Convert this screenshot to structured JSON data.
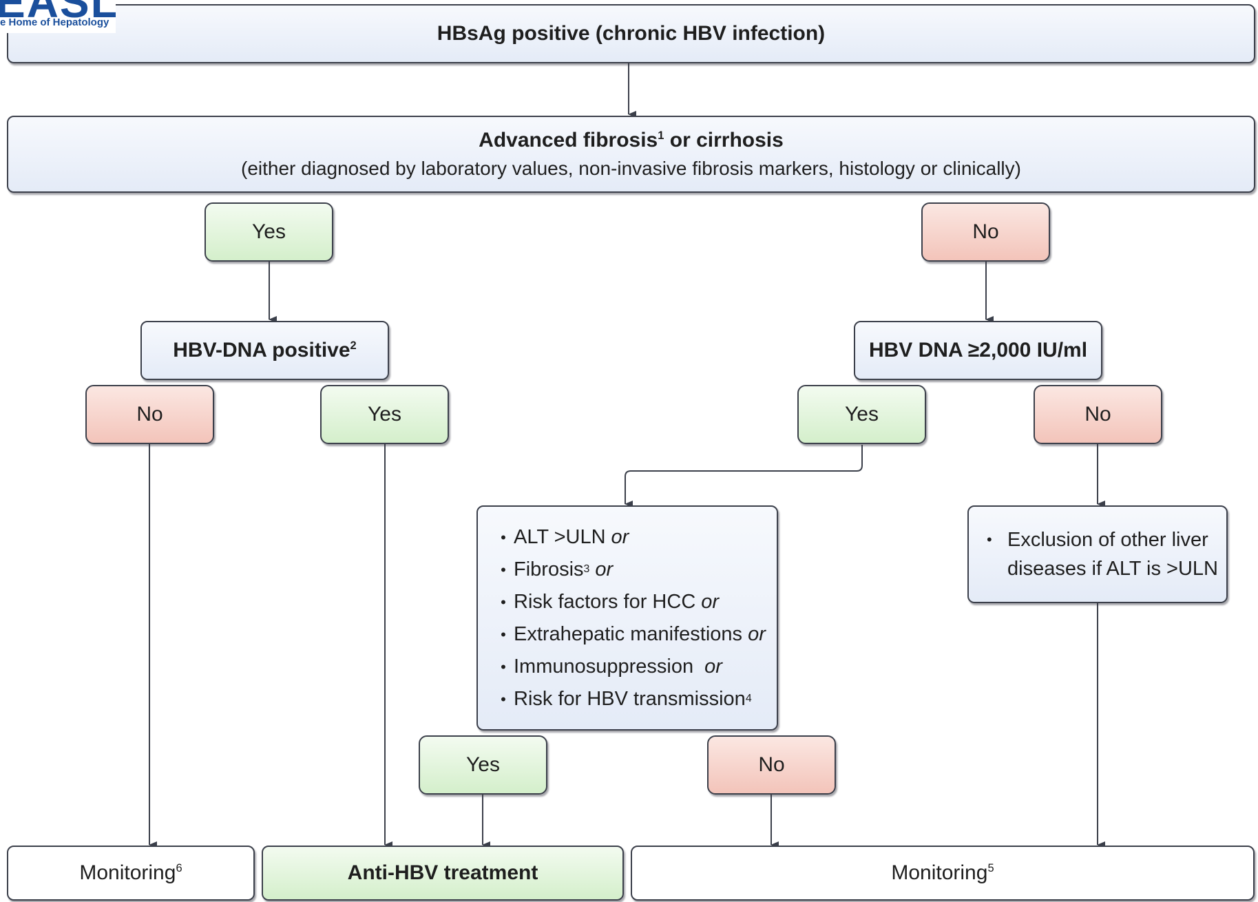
{
  "logo": {
    "mark_text": "EASL",
    "tagline": "e Home of Hepatology"
  },
  "nodes": {
    "hbsag": {
      "title": "HBsAg positive (chronic HBV infection)"
    },
    "fibrosis": {
      "title": "Advanced fibrosis",
      "title_sup": "1",
      "title_suffix": " or cirrhosis",
      "subtitle": "(either diagnosed by laboratory values, non-invasive fibrosis markers, histology or clinically)"
    },
    "yes_left": {
      "label": "Yes"
    },
    "no_right": {
      "label": "No"
    },
    "hbv_dna_pos": {
      "title": "HBV-DNA positive",
      "sup": "2"
    },
    "hbv_dna_2000": {
      "title": "HBV DNA ≥2,000 IU/ml"
    },
    "dna_no": {
      "label": "No"
    },
    "dna_yes": {
      "label": "Yes"
    },
    "dna2000_yes": {
      "label": "Yes"
    },
    "dna2000_no": {
      "label": "No"
    },
    "criteria": {
      "items": [
        {
          "text": "ALT >ULN",
          "sup": "",
          "connector": "or"
        },
        {
          "text": "Fibrosis",
          "sup": "3",
          "connector": "or"
        },
        {
          "text": "Risk factors for HCC",
          "sup": "",
          "connector": "or"
        },
        {
          "text": "Extrahepatic manifestions",
          "sup": "",
          "connector": "or"
        },
        {
          "text": "Immunosuppression",
          "sup": "",
          "connector": "or"
        },
        {
          "text": "Risk for HBV transmission",
          "sup": "4",
          "connector": ""
        }
      ]
    },
    "exclusion": {
      "line1": "Exclusion of other liver",
      "line2": "diseases if ALT is >ULN"
    },
    "criteria_yes": {
      "label": "Yes"
    },
    "criteria_no": {
      "label": "No"
    },
    "monitoring_left": {
      "label": "Monitoring",
      "sup": "6"
    },
    "treatment": {
      "label": "Anti-HBV treatment"
    },
    "monitoring_right": {
      "label": "Monitoring",
      "sup": "5"
    }
  },
  "colors": {
    "blue_box": "#e4ebf7",
    "green_box": "#d4efcb",
    "red_box": "#f3c4ba",
    "border": "#3b3f4a",
    "logo": "#1a4f9c"
  }
}
